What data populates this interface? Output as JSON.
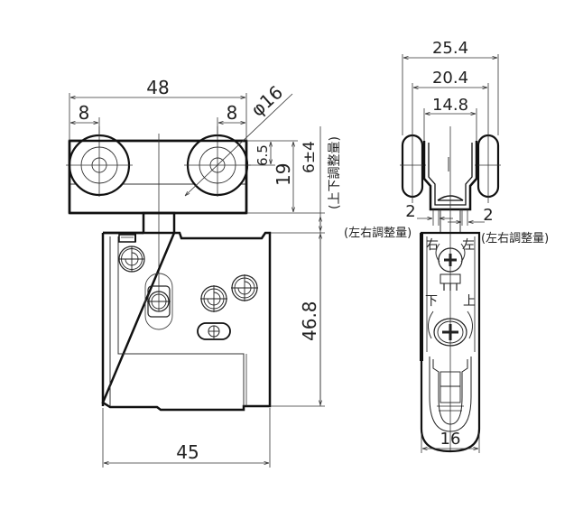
{
  "front_view": {
    "dims": {
      "overall_width_top": "48",
      "wheel_offset_left": "8",
      "wheel_offset_right": "8",
      "wheel_diameter": "φ16",
      "wheel_center_height": "6.5",
      "top_block_height": "19",
      "vertical_adjust": "6±4",
      "vertical_adjust_label": "(上下調整量)",
      "body_height": "46.8",
      "body_width": "45"
    }
  },
  "side_view": {
    "dims": {
      "outer_width": "25.4",
      "wheel_span": "20.4",
      "inner_width": "14.8",
      "lateral_adjust_left": "2",
      "lateral_adjust_right": "2",
      "lateral_adjust_label_left": "(左右調整量)",
      "lateral_adjust_label_right": "(左右調整量)",
      "bottom_width": "16"
    },
    "markings": {
      "right": "右",
      "left": "左",
      "down": "下",
      "up": "上"
    }
  },
  "colors": {
    "line": "#111111",
    "thin_line": "#333333",
    "background": "#ffffff"
  }
}
